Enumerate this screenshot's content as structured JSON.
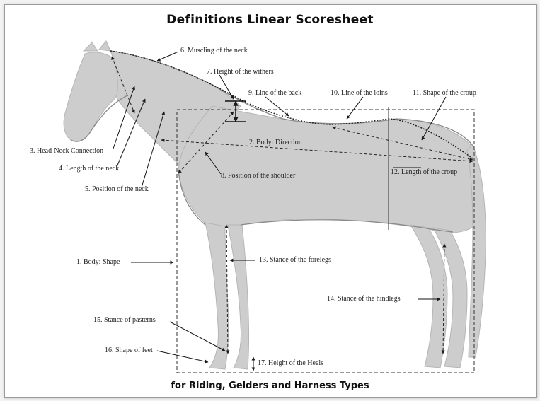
{
  "title": "Definitions Linear Scoresheet",
  "footer": "for Riding, Gelders and Harness Types",
  "labels": {
    "l1": "1. Body: Shape",
    "l2": "2. Body: Direction",
    "l3": "3. Head-Neck Connection",
    "l4": "4. Length of the neck",
    "l5": "5. Position of the neck",
    "l6": "6. Muscling of the neck",
    "l7": "7. Height of the withers",
    "l8": "8. Position of the shoulder",
    "l9": "9. Line of the back",
    "l10": "10. Line of the loins",
    "l11": "11. Shape of the croup",
    "l12": "12. Length of the croup",
    "l13": "13. Stance of the forelegs",
    "l14": "14. Stance of the hindlegs",
    "l15": "15. Stance of pasterns",
    "l16": "16. Shape of feet",
    "l17": "17. Height of the Heels"
  },
  "colors": {
    "horse_fill": "#c8c8c8",
    "line": "#1a1a1a"
  }
}
